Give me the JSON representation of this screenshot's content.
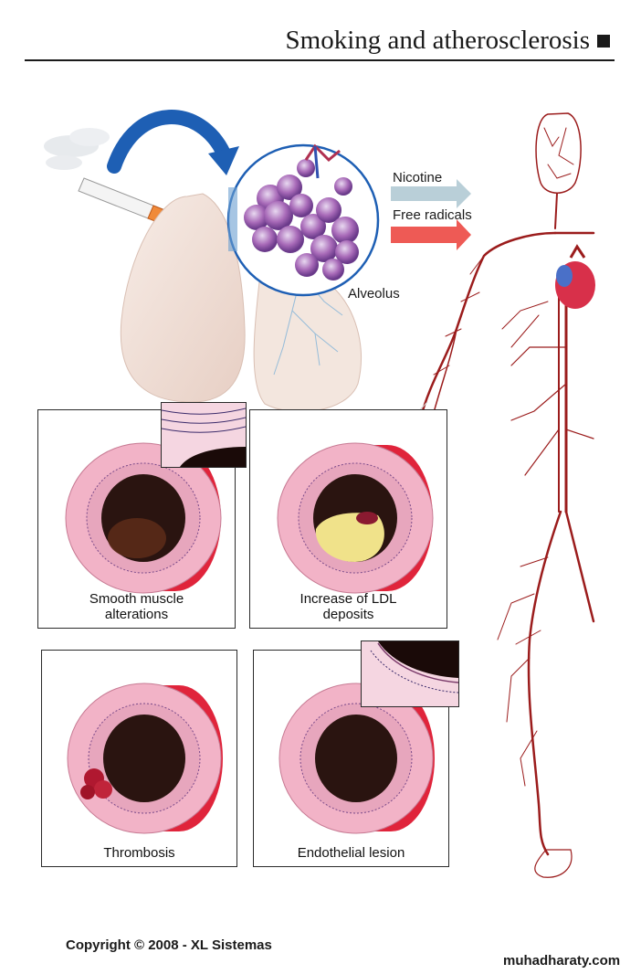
{
  "title": "Smoking and atherosclerosis",
  "labels": {
    "nicotine": "Nicotine",
    "free_radicals": "Free radicals",
    "alveolus": "Alveolus"
  },
  "panels": [
    {
      "caption": "Smooth muscle\nalterations"
    },
    {
      "caption": "Increase of LDL\ndeposits"
    },
    {
      "caption": "Thrombosis"
    },
    {
      "caption": "Endothelial lesion"
    }
  ],
  "footer": {
    "copyright": "Copyright © 2008 - XL Sistemas",
    "watermark": "muhadharaty.com"
  },
  "colors": {
    "nicotine_arrow": "#b9cfd8",
    "free_radicals_arrow": "#ee5a55",
    "vessel_pink": "#f2b3c7",
    "vessel_red": "#e0243b",
    "artery": "#9b1c1c",
    "arrow_blue": "#1e5fb4"
  }
}
